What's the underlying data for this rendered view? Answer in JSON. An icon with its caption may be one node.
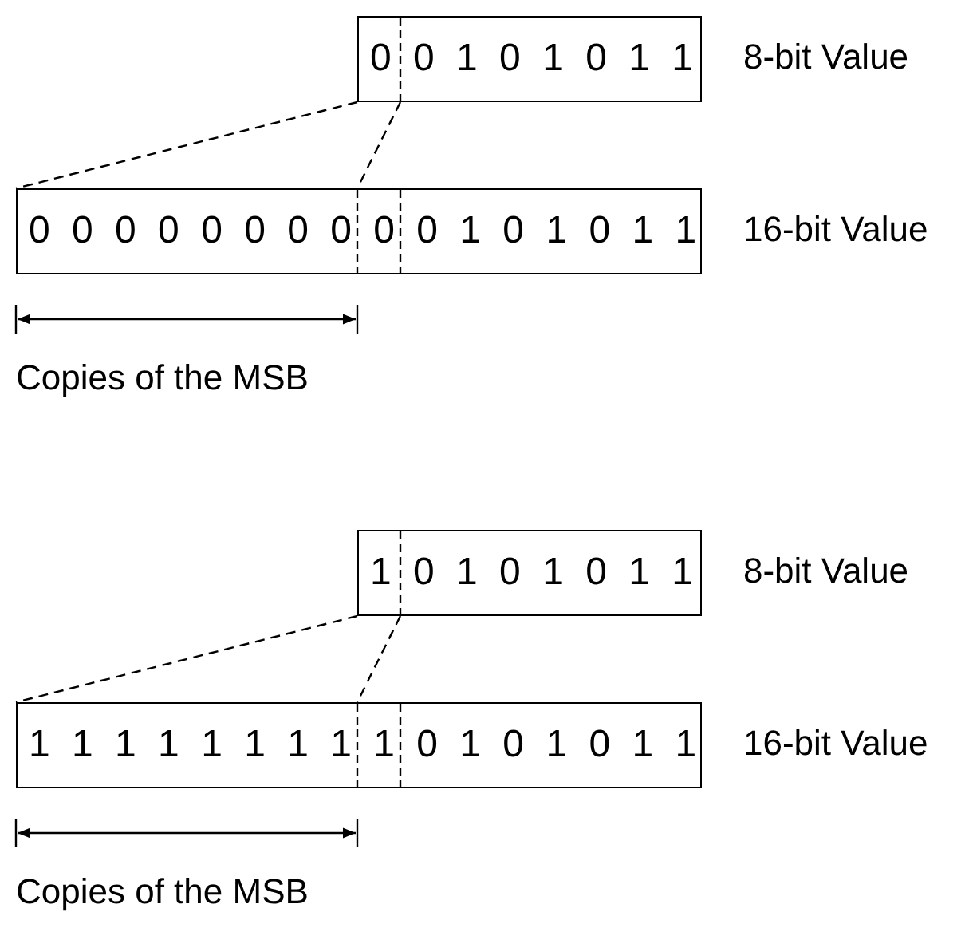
{
  "diagram": {
    "nodes": [
      {
        "text": [
          "0 0 1 0 1 0 1 1"
        ],
        "beside": [
          "8-bit Value"
        ]
      },
      {
        "text": [
          "0 0 0 0 0 0 0 0 0 0 1 0 1 0 1 1"
        ],
        "beside": [
          "16-bit Value"
        ]
      },
      {
        "text": [
          "1 0 1 0 1 0 1 1"
        ],
        "beside": [
          "8-bit Value"
        ]
      },
      {
        "text": [
          "1 1 1 1 1 1 1 1 1 0 1 0 1 0 1 1"
        ],
        "beside": [
          "16-bit Value"
        ]
      }
    ],
    "edges": [
      {
        "from": 0,
        "to": 1,
        "arrow": "none",
        "style": "dashed"
      },
      {
        "from": 0,
        "to": 1,
        "arrow": "none",
        "style": "dashed"
      },
      {
        "from": 2,
        "to": 3,
        "arrow": "none",
        "style": "dashed"
      },
      {
        "from": 2,
        "to": 3,
        "arrow": "none",
        "style": "dashed"
      }
    ],
    "labels": [
      "Copies of the MSB",
      "Copies of the MSB"
    ]
  }
}
